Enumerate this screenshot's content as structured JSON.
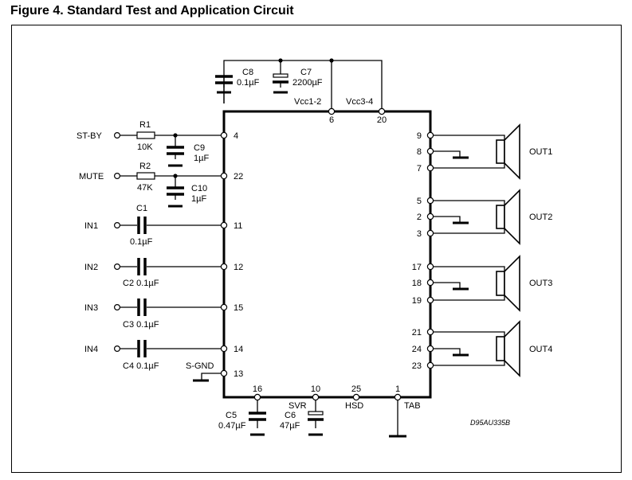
{
  "figure": {
    "title": "Figure 4. Standard Test and Application Circuit",
    "code": "D95AU335B"
  },
  "supply": {
    "vcc12": "Vcc1-2",
    "pin_vcc12": "6",
    "vcc34": "Vcc3-4",
    "pin_vcc34": "20",
    "c8_name": "C8",
    "c8_value": "0.1µF",
    "c7_name": "C7",
    "c7_value": "2200µF"
  },
  "inputs": {
    "stby": {
      "label": "ST-BY",
      "r_name": "R1",
      "r_value": "10K",
      "c_name": "C9",
      "c_value": "1µF",
      "pin": "4"
    },
    "mute": {
      "label": "MUTE",
      "r_name": "R2",
      "r_value": "47K",
      "c_name": "C10",
      "c_value": "1µF",
      "pin": "22"
    },
    "in1": {
      "label": "IN1",
      "c_name": "C1",
      "c_value": "0.1µF",
      "pin": "11"
    },
    "in2": {
      "label": "IN2",
      "c_caption": "C2 0.1µF",
      "pin": "12"
    },
    "in3": {
      "label": "IN3",
      "c_caption": "C3 0.1µF",
      "pin": "15"
    },
    "in4": {
      "label": "IN4",
      "c_caption": "C4 0.1µF",
      "pin": "14"
    },
    "sgnd": {
      "label": "S-GND",
      "pin": "13"
    }
  },
  "bottom": {
    "pin16": "16",
    "c5_name": "C5",
    "c5_value": "0.47µF",
    "pin10": "10",
    "svr": "SVR",
    "c6_name": "C6",
    "c6_value": "47µF",
    "pin25": "25",
    "hsd": "HSD",
    "pin1": "1",
    "tab": "TAB"
  },
  "outputs": [
    {
      "label": "OUT1",
      "pins": [
        "9",
        "8",
        "7"
      ]
    },
    {
      "label": "OUT2",
      "pins": [
        "5",
        "2",
        "3"
      ]
    },
    {
      "label": "OUT3",
      "pins": [
        "17",
        "18",
        "19"
      ]
    },
    {
      "label": "OUT4",
      "pins": [
        "21",
        "24",
        "23"
      ]
    }
  ]
}
